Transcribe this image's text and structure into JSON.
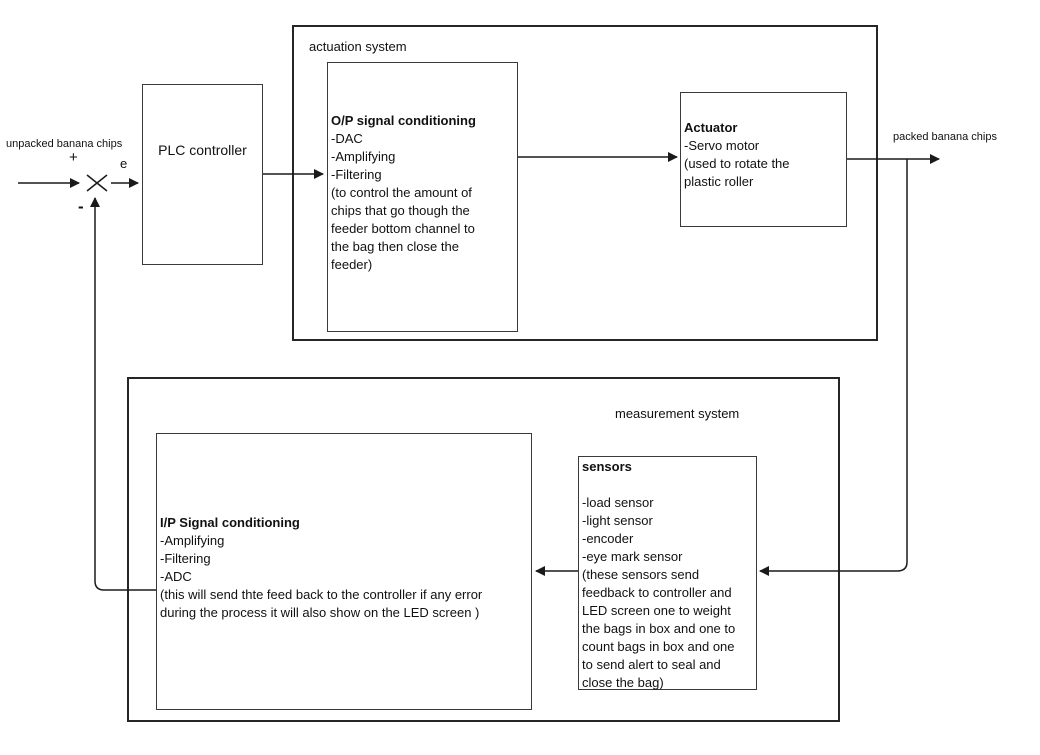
{
  "colors": {
    "background": "#ffffff",
    "line": "#1a1a1a",
    "box_border": "#3a3a3a",
    "text": "#111111"
  },
  "labels": {
    "input": "unpacked banana chips",
    "output": "packed banana chips",
    "sum_plus": "+",
    "sum_minus": "-",
    "error_signal": "e"
  },
  "plc": {
    "title": "PLC controller"
  },
  "actuation_system": {
    "label": "actuation system",
    "op_signal_conditioning": {
      "title": "O/P signal conditioning",
      "lines": [
        "-DAC",
        "-Amplifying",
        "-Filtering",
        "(to control the amount of",
        "chips that go though the",
        "feeder bottom channel to",
        "the bag then close the",
        "feeder)"
      ]
    },
    "actuator": {
      "title": "Actuator",
      "lines": [
        "-Servo motor",
        "(used to rotate the",
        "plastic roller"
      ]
    }
  },
  "measurement_system": {
    "label": "measurement system",
    "ip_signal_conditioning": {
      "title": "I/P Signal conditioning",
      "lines": [
        "-Amplifying",
        "-Filtering",
        "-ADC",
        "(this will send thte feed back to the controller if any error",
        "during the process it will also show on the LED screen )"
      ]
    },
    "sensors": {
      "title": "sensors",
      "lines": [
        "",
        "-load sensor",
        "-light sensor",
        "-encoder",
        "-eye mark sensor",
        "(these sensors send",
        "feedback to controller and",
        "LED screen one to weight",
        "the bags in box and one to",
        "count bags in box and one",
        "to send alert to seal and",
        "close the bag)"
      ]
    }
  }
}
